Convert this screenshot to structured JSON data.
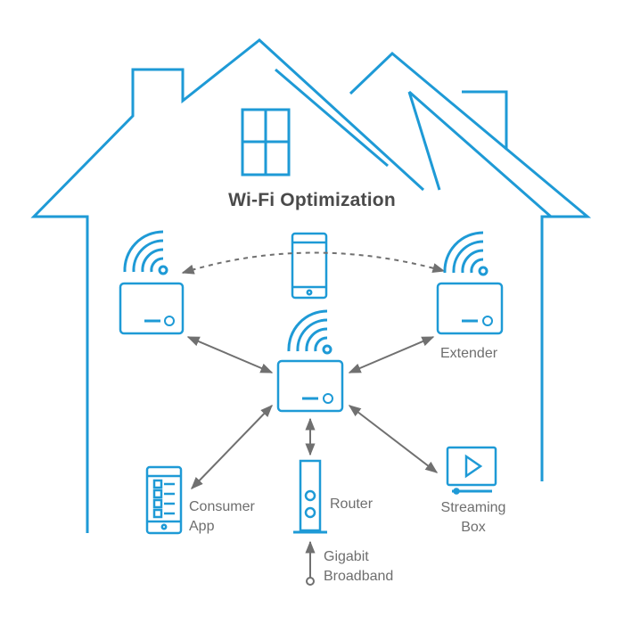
{
  "title": "Wi-Fi Optimization",
  "colors": {
    "house_stroke": "#1e9ad6",
    "device_stroke": "#1e9ad6",
    "arrow": "#707070",
    "label_text": "#6e6e6e",
    "title_text": "#4a4a4a"
  },
  "labels": {
    "extender": "Extender",
    "consumer_app_line1": "Consumer",
    "consumer_app_line2": "App",
    "router": "Router",
    "streaming_line1": "Streaming",
    "streaming_line2": "Box",
    "broadband_line1": "Gigabit",
    "broadband_line2": "Broadband"
  },
  "icons": [
    "house-outline",
    "window-icon",
    "smartphone-icon",
    "extender-left-icon",
    "extender-right-icon",
    "hub-device-icon",
    "wifi-signal-icon",
    "tablet-app-icon",
    "router-tower-icon",
    "streaming-box-icon"
  ]
}
